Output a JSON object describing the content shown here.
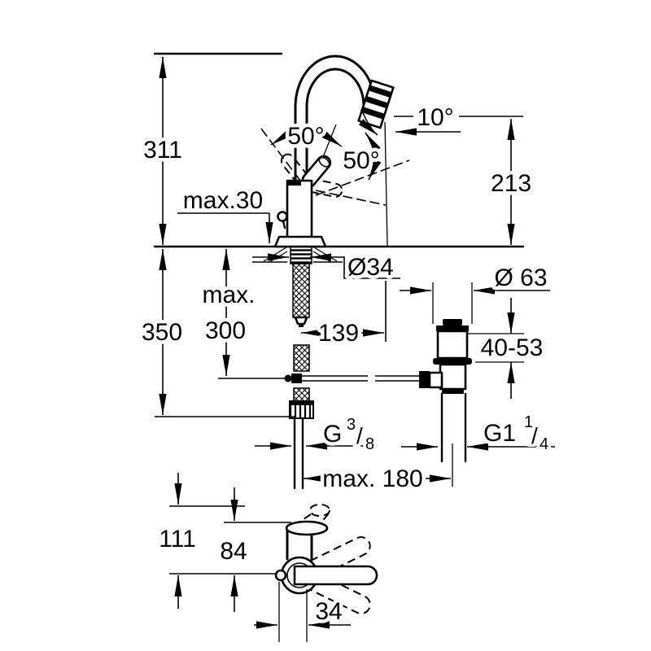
{
  "front_view": {
    "dim_total_height": "311",
    "dim_max_deck_thickness": "max.30",
    "dim_handle_swing_left": "50°",
    "dim_handle_swing_right": "50°",
    "dim_spout_outlet_angle": "10°",
    "dim_outlet_height": "213",
    "dim_shank_diameter": "Ø34",
    "dim_projection": "139",
    "dim_below_deck_depth": "350",
    "dim_max_rod_word": "max.",
    "dim_max_rod_value": "300"
  },
  "supply": {
    "thread_main": "G",
    "thread_numerator": "3",
    "thread_slash": "/",
    "thread_denominator": "8"
  },
  "drain": {
    "dim_flange_diameter": "Ø 63",
    "dim_clamping_range": "40-53",
    "thread_main": "G1",
    "thread_numerator": "1",
    "thread_slash": "/",
    "thread_denominator": "4",
    "dim_max_center_distance": "max. 180"
  },
  "plan_view": {
    "dim_total_depth": "111",
    "dim_body_depth": "84",
    "dim_offset": "34"
  },
  "colors": {
    "line": "#000000",
    "background": "#ffffff"
  }
}
